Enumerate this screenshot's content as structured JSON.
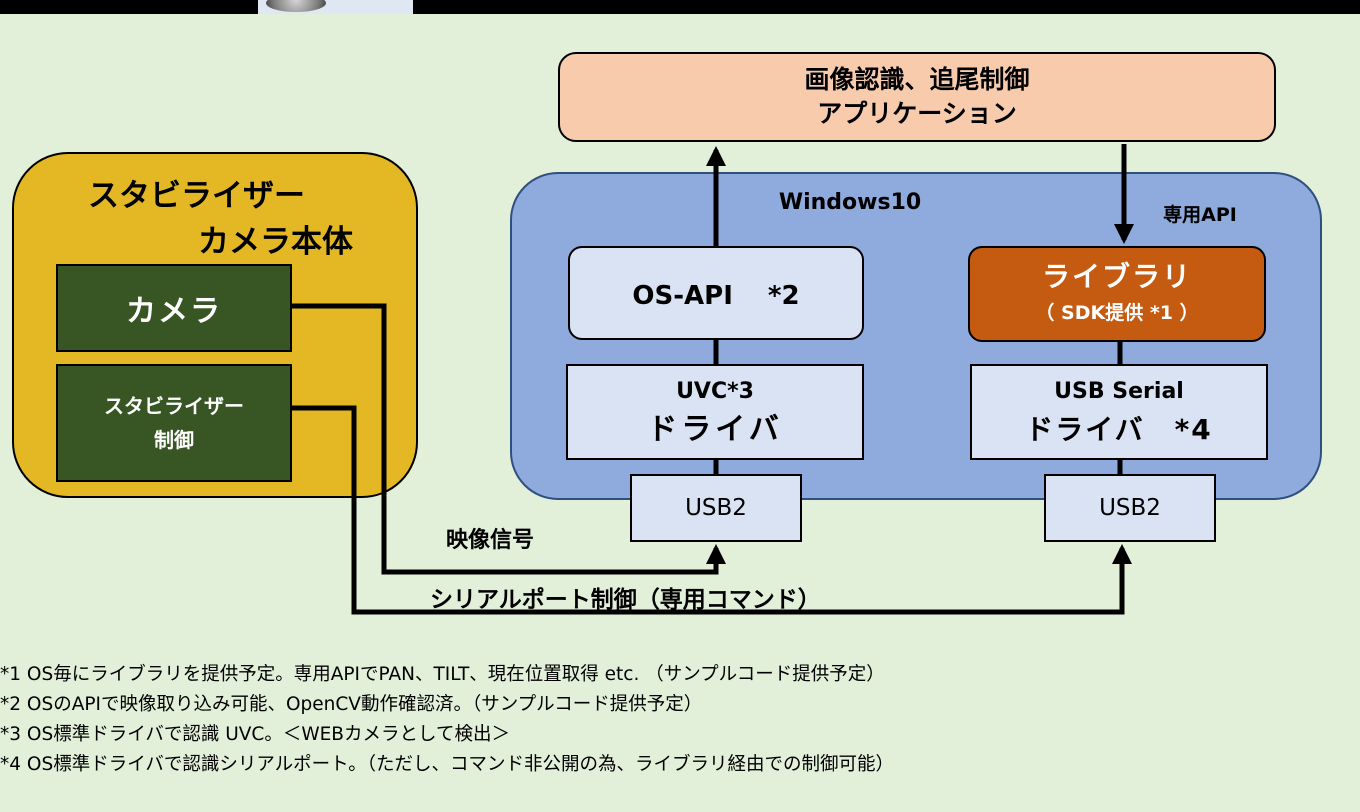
{
  "app": {
    "line1": "画像認識、追尾制御",
    "line2": "アプリケーション"
  },
  "windows": {
    "label": "Windows10"
  },
  "api_label": "専用API",
  "stabilizer": {
    "title1": "スタビライザー",
    "title2": "カメラ本体",
    "camera": "カメラ",
    "control1": "スタビライザー",
    "control2": "制御"
  },
  "osapi": "OS-API　 *2",
  "library": {
    "line1": "ライブラリ",
    "line2": "（ SDK提供 *1 ）"
  },
  "uvc": {
    "line1": "UVC*3",
    "line2": "ドライバ"
  },
  "usb_serial": {
    "line1": "USB Serial",
    "line2": "ドライバ　*4"
  },
  "usb1": "USB2",
  "usb2": "USB2",
  "video_signal": "映像信号",
  "serial_control": "シリアルポート制御（専用コマンド）",
  "notes": [
    "*1 OS毎にライブラリを提供予定。専用APIでPAN、TILT、現在位置取得 etc. （サンプルコード提供予定）",
    "*2 OSのAPIで映像取り込み可能、OpenCV動作確認済。（サンプルコード提供予定）",
    "*3 OS標準ドライバで認識 UVC。＜WEBカメラとして検出＞",
    "*4 OS標準ドライバで認識シリアルポート。（ただし、コマンド非公開の為、ライブラリ経由での制御可能）"
  ]
}
